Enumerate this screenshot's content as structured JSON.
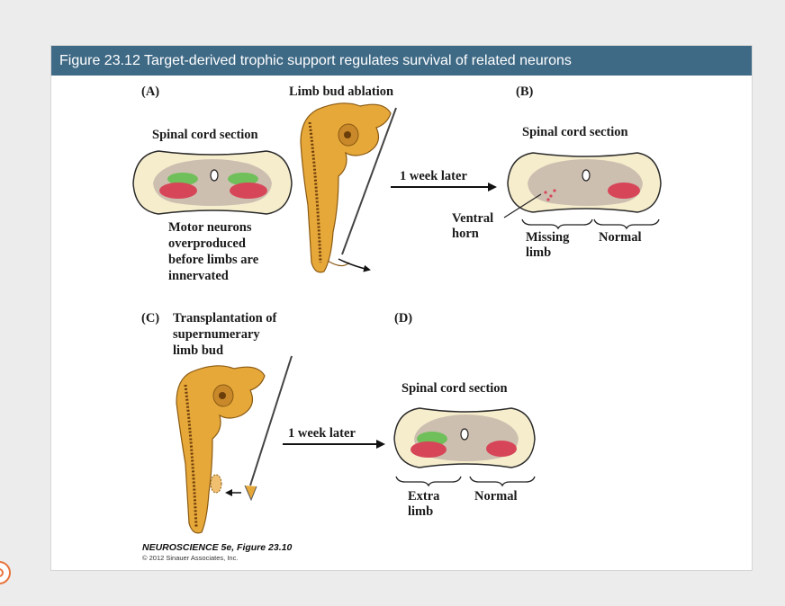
{
  "figure": {
    "title": "Figure 23.12  Target-derived trophic support regulates survival of related neurons"
  },
  "panels": {
    "a": {
      "letter": "(A)",
      "heading": "Limb bud ablation",
      "section_label": "Spinal cord section",
      "caption_lines": [
        "Motor neurons",
        "overproduced",
        "before limbs are",
        "innervated"
      ]
    },
    "b": {
      "letter": "(B)",
      "section_label": "Spinal cord section",
      "arrow_label": "1 week later",
      "pointer_label_lines": [
        "Ventral",
        "horn"
      ],
      "bracket_left_lines": [
        "Missing",
        "limb"
      ],
      "bracket_right": "Normal"
    },
    "c": {
      "letter": "(C)",
      "heading_lines": [
        "Transplantation of",
        "supernumerary",
        "limb bud"
      ],
      "arrow_label": "1 week later"
    },
    "d": {
      "letter": "(D)",
      "section_label": "Spinal cord section",
      "bracket_left_lines": [
        "Extra",
        "limb"
      ],
      "bracket_right": "Normal"
    }
  },
  "credit": {
    "line1": "NEUROSCIENCE 5e, Figure 23.10",
    "line2": "© 2012 Sinauer Associates, Inc."
  },
  "colors": {
    "title_bar": "#3f6a86",
    "section_outer": "#f6edcd",
    "section_gray": "#cdbfb0",
    "neurons_red": "#d64658",
    "neurons_green": "#6fbf5a",
    "embryo": "#e7a83a"
  }
}
